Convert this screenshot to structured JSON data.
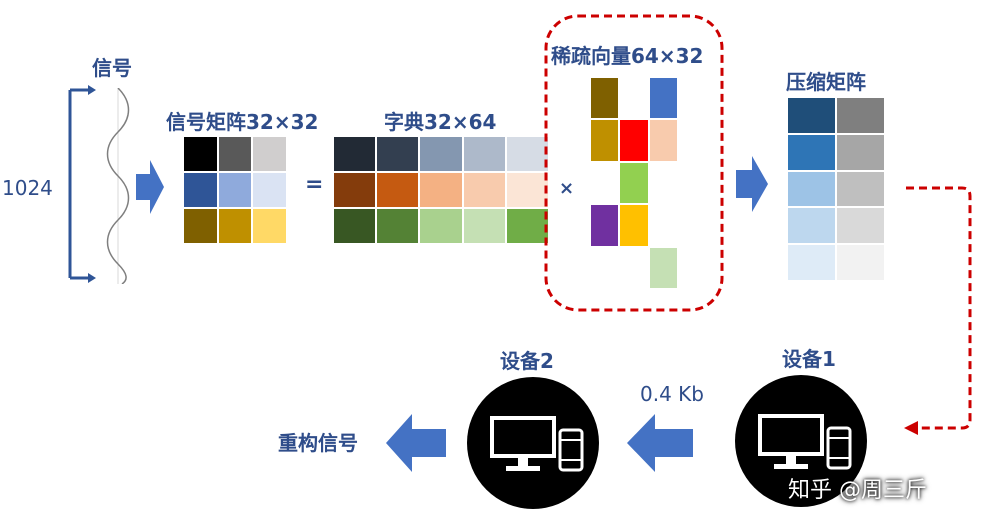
{
  "labels": {
    "signal": "信号",
    "length": "1024",
    "signal_matrix": "信号矩阵32×32",
    "dictionary": "字典32×64",
    "sparse_vector": "稀疏向量64×32",
    "compressed_matrix": "压缩矩阵",
    "device1": "设备1",
    "device2": "设备2",
    "bandwidth": "0.4 Kb",
    "reconstruct": "重构信号",
    "equals": "=",
    "times": "×",
    "watermark": "知乎 @周三斤"
  },
  "signal_matrix": {
    "rows": [
      [
        "#000000",
        "#595959",
        "#d0cece"
      ],
      [
        "#2f5597",
        "#8faadc",
        "#dae3f3"
      ],
      [
        "#7f6000",
        "#bf9000",
        "#ffd966"
      ]
    ]
  },
  "dictionary": {
    "rows": [
      [
        "#222a35",
        "#333f50",
        "#8497b0",
        "#adb9ca",
        "#d6dce5"
      ],
      [
        "#843c0c",
        "#c55a11",
        "#f4b183",
        "#f8cbad",
        "#fbe5d6"
      ],
      [
        "#385723",
        "#548235",
        "#a9d18e",
        "#c5e0b4",
        "#70ad47"
      ]
    ]
  },
  "sparse_vector": {
    "rows": [
      [
        "#7f6000",
        "",
        "#4472c4"
      ],
      [
        "#bf9000",
        "#ff0000",
        "#f8cbad"
      ],
      [
        "",
        "#92d050",
        ""
      ],
      [
        "#7030a0",
        "#ffc000",
        ""
      ],
      [
        "",
        "",
        "#c5e0b4"
      ]
    ]
  },
  "compressed_matrix": {
    "rows": [
      [
        "#1f4e79",
        "#7f7f7f"
      ],
      [
        "#2e75b6",
        "#a6a6a6"
      ],
      [
        "#9dc3e6",
        "#bfbfbf"
      ],
      [
        "#bdd7ee",
        "#d9d9d9"
      ],
      [
        "#deebf7",
        "#f2f2f2"
      ]
    ]
  },
  "colors": {
    "accent_blue": "#4472c4",
    "label_blue": "#2f4d8a",
    "dashed_red": "#cc0000",
    "device_circle": "#000000"
  },
  "icons": [
    "bracket-arrow-icon",
    "sine-wave-icon",
    "right-arrow-icon",
    "left-arrow-icon",
    "computer-icon",
    "phone-icon",
    "dashed-arrow-icon"
  ]
}
